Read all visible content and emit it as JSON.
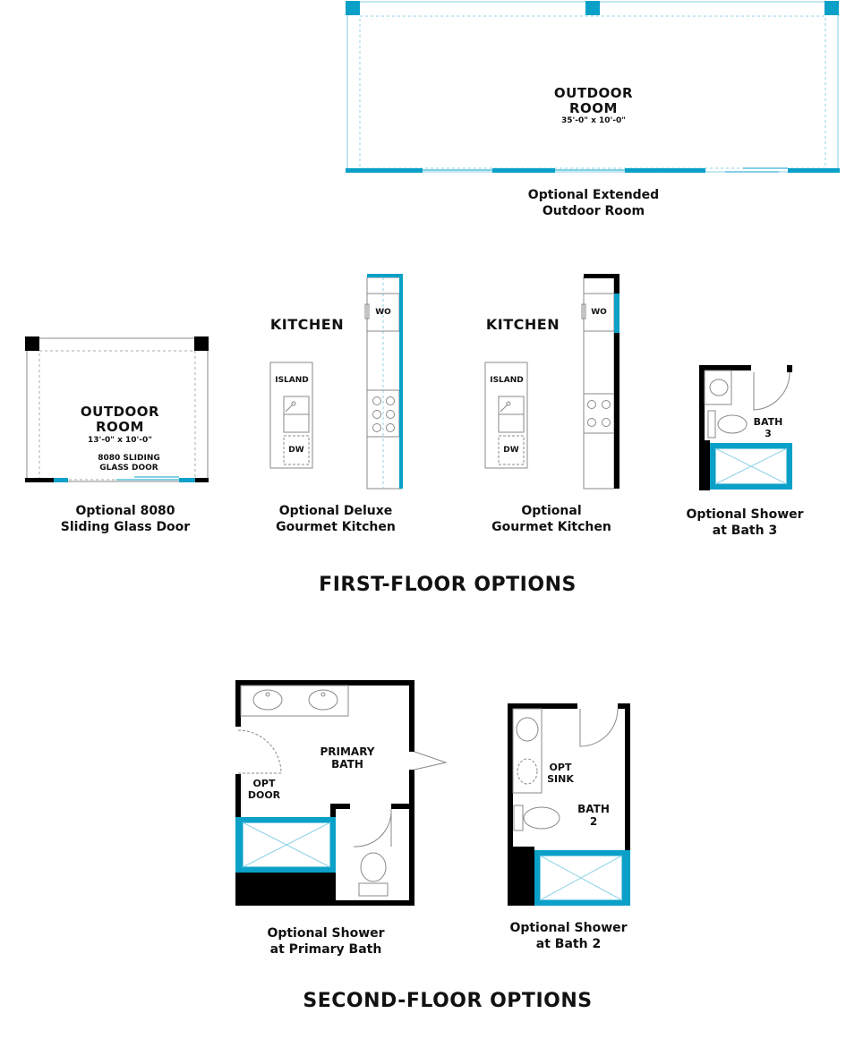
{
  "colors": {
    "wall": "#000000",
    "accent": "#0aa0c8",
    "line": "#9a9a9a",
    "dash": "#8fd3e6"
  },
  "extended_outdoor": {
    "room_title": "OUTDOOR\nROOM",
    "dims": "35'-0\" x 10'-0\"",
    "caption": "Optional Extended\nOutdoor Room"
  },
  "first_floor": {
    "heading": "FIRST-FLOOR OPTIONS",
    "sliding_door_plan": {
      "room_title": "OUTDOOR\nROOM",
      "dims": "13'-0\" x 10'-0\"",
      "door_label": "8080 SLIDING\nGLASS DOOR",
      "caption": "Optional 8080\nSliding Glass Door"
    },
    "deluxe_kitchen": {
      "title": "KITCHEN",
      "wo": "WO",
      "island": "ISLAND",
      "dw": "DW",
      "caption": "Optional Deluxe\nGourmet Kitchen"
    },
    "gourmet_kitchen": {
      "title": "KITCHEN",
      "wo": "WO",
      "island": "ISLAND",
      "dw": "DW",
      "caption": "Optional\nGourmet Kitchen"
    },
    "bath3": {
      "label": "BATH\n3",
      "caption": "Optional Shower\nat Bath 3"
    }
  },
  "second_floor": {
    "heading": "SECOND-FLOOR OPTIONS",
    "primary_bath": {
      "label": "PRIMARY\nBATH",
      "door_label": "OPT\nDOOR",
      "caption": "Optional Shower\nat Primary Bath"
    },
    "bath2": {
      "label": "BATH\n2",
      "sink_label": "OPT\nSINK",
      "caption": "Optional Shower\nat Bath 2"
    }
  }
}
